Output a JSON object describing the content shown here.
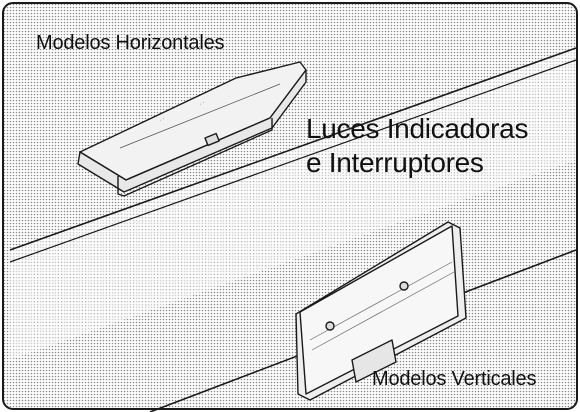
{
  "labels": {
    "horizontal_models": "Modelos Horizontales",
    "indicator_lights_line1": "Luces Indicadoras",
    "indicator_lights_line2": "e Interruptores",
    "vertical_models": "Modelos Verticales"
  },
  "colors": {
    "background_dot": "#8a8a8a",
    "line": "#1a1a1a",
    "panel_fill": "#f4f4f4"
  }
}
